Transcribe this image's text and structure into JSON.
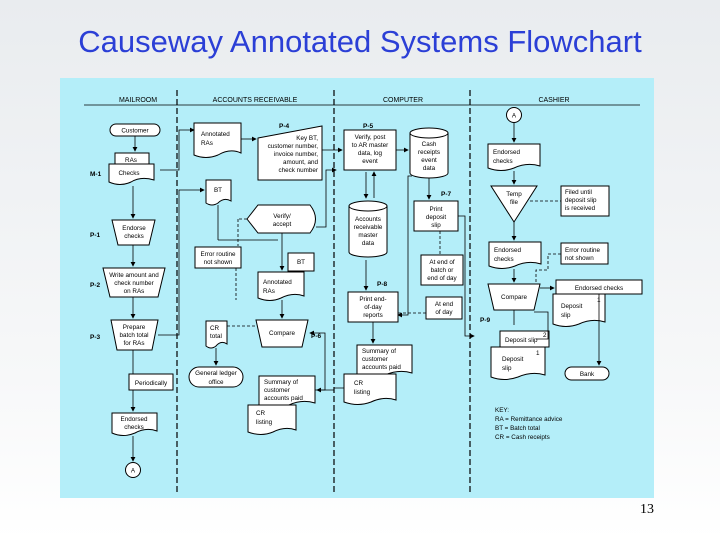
{
  "title": "Causeway Annotated Systems Flowchart",
  "page_number": "13",
  "lanes": [
    "MAILROOM",
    "ACCOUNTS RECEIVABLE",
    "COMPUTER",
    "CASHIER"
  ],
  "steps": {
    "m1": "M-1",
    "p1": "P-1",
    "p2": "P-2",
    "p3": "P-3",
    "p4": "P-4",
    "p5": "P-5",
    "p6": "P-6",
    "p7": "P-7",
    "p8": "P-8",
    "p9": "P-9"
  },
  "nodes": {
    "customer": "Customer",
    "ras": "RAs",
    "checks": "Checks",
    "endorse": [
      "Endorse",
      "checks"
    ],
    "write_amount": [
      "Write amount and",
      "check number",
      "on RAs"
    ],
    "prepare": [
      "Prepare",
      "batch total",
      "for RAs"
    ],
    "periodically": "Periodically",
    "endorsed_mail": [
      "Endorsed",
      "checks"
    ],
    "connector_a": "A",
    "annotated_top": [
      "Annotated",
      "RAs"
    ],
    "key_bt": [
      "Key BT,",
      "customer number,",
      "invoice number,",
      "amount, and",
      "check number"
    ],
    "bt_mail": "BT",
    "verify_accept": [
      "Verify/",
      "accept"
    ],
    "error_routine_ar": [
      "Error routine",
      "not shown"
    ],
    "bt_ar": "BT",
    "annotated_mid": [
      "Annotated",
      "RAs"
    ],
    "cr_total": [
      "CR",
      "total"
    ],
    "compare_ar": "Compare",
    "general_ledger": [
      "General ledger",
      "office"
    ],
    "summary_ar": [
      "Summary of",
      "customer",
      "accounts paid"
    ],
    "cr_listing_ar": [
      "CR",
      "listing"
    ],
    "verify_post": [
      "Verify, post",
      "to AR master",
      "data, log",
      "event"
    ],
    "cash_receipts": [
      "Cash",
      "receipts",
      "event",
      "data"
    ],
    "ar_master": [
      "Accounts",
      "receivable",
      "master",
      "data"
    ],
    "print_deposit": [
      "Print",
      "deposit",
      "slip"
    ],
    "end_of_batch": [
      "At end of",
      "batch or",
      "end of day"
    ],
    "print_eod": [
      "Print end-",
      "of-day",
      "reports"
    ],
    "at_end_of_day": [
      "At end",
      "of day"
    ],
    "summary_comp": [
      "Summary of",
      "customer",
      "accounts paid"
    ],
    "cr_listing_comp": [
      "CR",
      "listing"
    ],
    "endorsed_cashier_top": [
      "Endorsed",
      "checks"
    ],
    "temp_file": [
      "Temp",
      "file"
    ],
    "filed_until": [
      "Filed until",
      "deposit slip",
      "is received"
    ],
    "endorsed_cashier_mid": [
      "Endorsed",
      "checks"
    ],
    "error_routine_cashier": [
      "Error routine",
      "not shown"
    ],
    "compare_cashier": "Compare",
    "endorsed_checks_right": "Endorsed checks",
    "deposit_slip_right": [
      "Deposit",
      "slip"
    ],
    "deposit_slip_2": "Deposit slip",
    "deposit_slip_1": [
      "Deposit",
      "slip"
    ],
    "bank": "Bank",
    "copy_1": "1",
    "copy_2": "2",
    "copy_1b": "1"
  },
  "key": [
    "KEY:",
    "RA = Remittance advice",
    "BT = Batch total",
    "CR = Cash receipts"
  ],
  "colors": {
    "title": "#2b3fd6",
    "panel": "#b4eef9",
    "slide_background": "#eef0f2"
  }
}
